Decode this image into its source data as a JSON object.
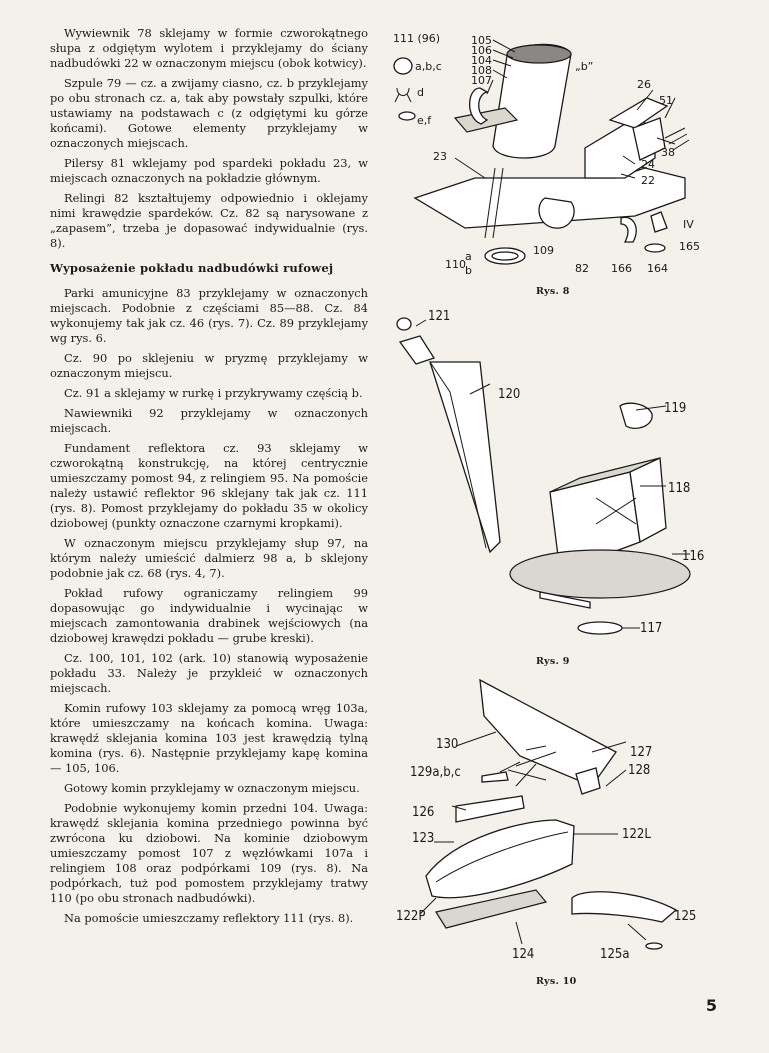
{
  "left_column": {
    "paragraphs_top": [
      "Wywiewnik 78 sklejamy w formie czworokątnego słupa z odgiętym wylotem i przyklejamy do ściany nadbudówki 22 w oznaczonym miejscu (obok kotwicy).",
      "Szpule 79 — cz. a zwijamy ciasno, cz. b przyklejamy po obu stronach cz. a, tak aby powstały szpulki, które ustawiamy na podstawach c (z odgiętymi ku górze końcami). Gotowe elementy przyklejamy w oznaczonych miejscach.",
      "Pilersy 81 wklejamy pod spardeki pokładu 23, w miejscach oznaczonych na pokładzie głównym.",
      "Relingi 82 kształtujemy odpowiednio i oklejamy nimi krawędzie spardeków. Cz. 82 są narysowane z „zapasem”, trzeba je dopasować indywidualnie (rys. 8)."
    ],
    "section_heading": "Wyposażenie pokładu nadbudówki rufowej",
    "paragraphs_bottom": [
      "Parki amunicyjne 83 przyklejamy w oznaczonych miejscach. Podobnie z częściami 85—88. Cz. 84 wykonujemy tak jak cz. 46 (rys. 7). Cz. 89 przyklejamy wg rys. 6.",
      "Cz. 90 po sklejeniu w pryzmę przyklejamy w oznaczonym miejscu.",
      "Cz. 91 a sklejamy w rurkę i przykrywamy częścią b.",
      "Nawiewniki 92 przyklejamy w oznaczonych miejscach.",
      "Fundament reflektora cz. 93 sklejamy w czworokątną konstrukcję, na której centrycznie umieszczamy pomost 94, z relingiem 95. Na pomoście należy ustawić reflektor 96 sklejany tak jak cz. 111 (rys. 8). Pomost przyklejamy do pokładu 35 w okolicy dziobowej (punkty oznaczone czarnymi kropkami).",
      "W oznaczonym miejscu przyklejamy słup 97, na którym należy umieścić dalmierz 98 a, b sklejony podobnie jak cz. 68 (rys. 4, 7).",
      "Pokład rufowy ograniczamy relingiem 99 dopasowując go indywidualnie i wycinając w miejscach zamontowania drabinek wejściowych (na dziobowej krawędzi pokładu — grube kreski).",
      "Cz. 100, 101, 102 (ark. 10) stanowią wyposażenie pokładu 33. Należy je przykleić w oznaczonych miejscach.",
      "Komin rufowy 103 sklejamy za pomocą wręg 103a, które umieszczamy na końcach komina. Uwaga: krawędź sklejania komina 103 jest krawędzią tylną komina (rys. 6). Następnie przyklejamy kapę komina — 105, 106.",
      "Gotowy komin przyklejamy w oznaczonym miejscu.",
      "Podobnie wykonujemy komin przedni 104. Uwaga: krawędź sklejania komina przedniego powinna być zwrócona ku dziobowi. Na kominie dziobowym umieszczamy pomost 107 z węzłówkami 107a i relingiem 108 oraz podpórkami 109 (rys. 8). Na podpórkach, tuż pod pomostem przyklejamy tratwy 110 (po obu stronach nadbudówki).",
      "Na pomoście umieszczamy reflektory 111 (rys. 8)."
    ]
  },
  "figures": {
    "rys8": {
      "caption": "Rys. 8",
      "labels": [
        "111 (96)",
        "105",
        "106",
        "104",
        "108",
        "107",
        "„b”",
        "a,b,c",
        "d",
        "e,f",
        "26",
        "51",
        "38",
        "24",
        "22",
        "23",
        "110",
        "a",
        "b",
        "109",
        "82",
        "166",
        "164",
        "165",
        "IV"
      ]
    },
    "rys9": {
      "caption": "Rys. 9",
      "labels": [
        "121",
        "120",
        "119",
        "118",
        "116",
        "117"
      ]
    },
    "rys10": {
      "caption": "Rys. 10",
      "labels": [
        "130",
        "127",
        "128",
        "129a,b,c",
        "126",
        "123",
        "122L",
        "122P",
        "124",
        "125",
        "125a"
      ]
    }
  },
  "page_number": "5"
}
